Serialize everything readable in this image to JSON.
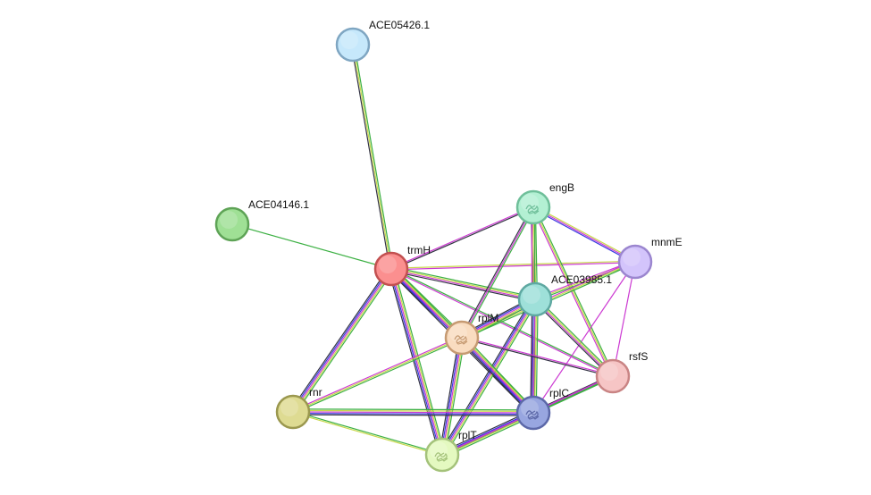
{
  "network": {
    "nodes": [
      {
        "id": "ACE05426.1",
        "label": "ACE05426.1",
        "color": "#c6e8fb",
        "stroke": "#7fa6c2",
        "structure": false
      },
      {
        "id": "ACE04146.1",
        "label": "ACE04146.1",
        "color": "#9fe095",
        "stroke": "#5ea356",
        "structure": false
      },
      {
        "id": "trmH",
        "label": "trmH",
        "color": "#fb8f8f",
        "stroke": "#c25050",
        "structure": false
      },
      {
        "id": "engB",
        "label": "engB",
        "color": "#b3f0d3",
        "stroke": "#6fbf9a",
        "structure": true
      },
      {
        "id": "mnmE",
        "label": "mnmE",
        "color": "#d3c4fb",
        "stroke": "#9b86cf",
        "structure": false
      },
      {
        "id": "ACE03985.1",
        "label": "ACE03985.1",
        "color": "#9ee0d9",
        "stroke": "#5ea8a1",
        "structure": false
      },
      {
        "id": "rplM",
        "label": "rplM",
        "color": "#f9dcc0",
        "stroke": "#c69a72",
        "structure": true
      },
      {
        "id": "rsfS",
        "label": "rsfS",
        "color": "#f6c5c5",
        "stroke": "#c98484",
        "structure": false
      },
      {
        "id": "rnr",
        "label": "rnr",
        "color": "#dedb92",
        "stroke": "#9b984f",
        "structure": false
      },
      {
        "id": "rplC",
        "label": "rplC",
        "color": "#98a6e0",
        "stroke": "#5c68a8",
        "structure": true
      },
      {
        "id": "rplT",
        "label": "rplT",
        "color": "#e4f9c0",
        "stroke": "#a4c27a",
        "structure": true
      }
    ],
    "edge_colors": {
      "green": "#3cb043",
      "yellow": "#c8d84a",
      "magenta": "#cc3ad2",
      "blue": "#3a3ae0",
      "dark": "#333344",
      "black": "#222222"
    },
    "edges": [
      {
        "source": "ACE05426.1",
        "target": "trmH",
        "types": [
          "green",
          "yellow",
          "dark"
        ]
      },
      {
        "source": "ACE04146.1",
        "target": "trmH",
        "types": [
          "green"
        ]
      },
      {
        "source": "trmH",
        "target": "engB",
        "types": [
          "magenta",
          "dark"
        ]
      },
      {
        "source": "trmH",
        "target": "mnmE",
        "types": [
          "yellow",
          "magenta"
        ]
      },
      {
        "source": "trmH",
        "target": "ACE03985.1",
        "types": [
          "green",
          "yellow",
          "magenta",
          "dark"
        ]
      },
      {
        "source": "trmH",
        "target": "rplM",
        "types": [
          "green",
          "yellow",
          "magenta",
          "blue",
          "dark"
        ]
      },
      {
        "source": "trmH",
        "target": "rsfS",
        "types": [
          "green",
          "magenta"
        ]
      },
      {
        "source": "trmH",
        "target": "rnr",
        "types": [
          "green",
          "yellow",
          "magenta",
          "blue",
          "dark"
        ]
      },
      {
        "source": "trmH",
        "target": "rplC",
        "types": [
          "green",
          "yellow",
          "magenta",
          "blue",
          "dark"
        ]
      },
      {
        "source": "trmH",
        "target": "rplT",
        "types": [
          "green",
          "yellow",
          "magenta",
          "blue",
          "dark"
        ]
      },
      {
        "source": "engB",
        "target": "mnmE",
        "types": [
          "yellow",
          "magenta",
          "blue"
        ]
      },
      {
        "source": "engB",
        "target": "ACE03985.1",
        "types": [
          "green",
          "yellow",
          "magenta",
          "dark"
        ]
      },
      {
        "source": "engB",
        "target": "rplM",
        "types": [
          "green",
          "magenta",
          "dark"
        ]
      },
      {
        "source": "engB",
        "target": "rsfS",
        "types": [
          "green",
          "yellow",
          "magenta"
        ]
      },
      {
        "source": "engB",
        "target": "rplC",
        "types": [
          "green",
          "yellow",
          "magenta"
        ]
      },
      {
        "source": "mnmE",
        "target": "ACE03985.1",
        "types": [
          "green",
          "yellow",
          "magenta"
        ]
      },
      {
        "source": "mnmE",
        "target": "rplM",
        "types": [
          "green",
          "yellow",
          "magenta"
        ]
      },
      {
        "source": "mnmE",
        "target": "rsfS",
        "types": [
          "magenta"
        ]
      },
      {
        "source": "mnmE",
        "target": "rplC",
        "types": [
          "magenta"
        ]
      },
      {
        "source": "ACE03985.1",
        "target": "rplM",
        "types": [
          "green",
          "yellow",
          "magenta",
          "blue",
          "dark"
        ]
      },
      {
        "source": "ACE03985.1",
        "target": "rsfS",
        "types": [
          "green",
          "yellow",
          "magenta",
          "dark"
        ]
      },
      {
        "source": "ACE03985.1",
        "target": "rplC",
        "types": [
          "green",
          "yellow",
          "magenta",
          "blue",
          "dark"
        ]
      },
      {
        "source": "ACE03985.1",
        "target": "rplT",
        "types": [
          "green",
          "yellow",
          "magenta",
          "blue",
          "dark"
        ]
      },
      {
        "source": "rplM",
        "target": "rsfS",
        "types": [
          "magenta",
          "dark"
        ]
      },
      {
        "source": "rplM",
        "target": "rnr",
        "types": [
          "green",
          "yellow",
          "magenta"
        ]
      },
      {
        "source": "rplM",
        "target": "rplC",
        "types": [
          "green",
          "yellow",
          "magenta",
          "blue",
          "dark"
        ]
      },
      {
        "source": "rplM",
        "target": "rplT",
        "types": [
          "green",
          "yellow",
          "magenta",
          "blue",
          "dark"
        ]
      },
      {
        "source": "rsfS",
        "target": "rplC",
        "types": [
          "green",
          "magenta",
          "dark"
        ]
      },
      {
        "source": "rsfS",
        "target": "rplT",
        "types": [
          "green",
          "magenta"
        ]
      },
      {
        "source": "rnr",
        "target": "rplC",
        "types": [
          "green",
          "yellow",
          "magenta",
          "blue",
          "dark"
        ]
      },
      {
        "source": "rnr",
        "target": "rplT",
        "types": [
          "green",
          "yellow"
        ]
      },
      {
        "source": "rplC",
        "target": "rplT",
        "types": [
          "green",
          "yellow",
          "magenta",
          "blue",
          "dark"
        ]
      }
    ]
  }
}
